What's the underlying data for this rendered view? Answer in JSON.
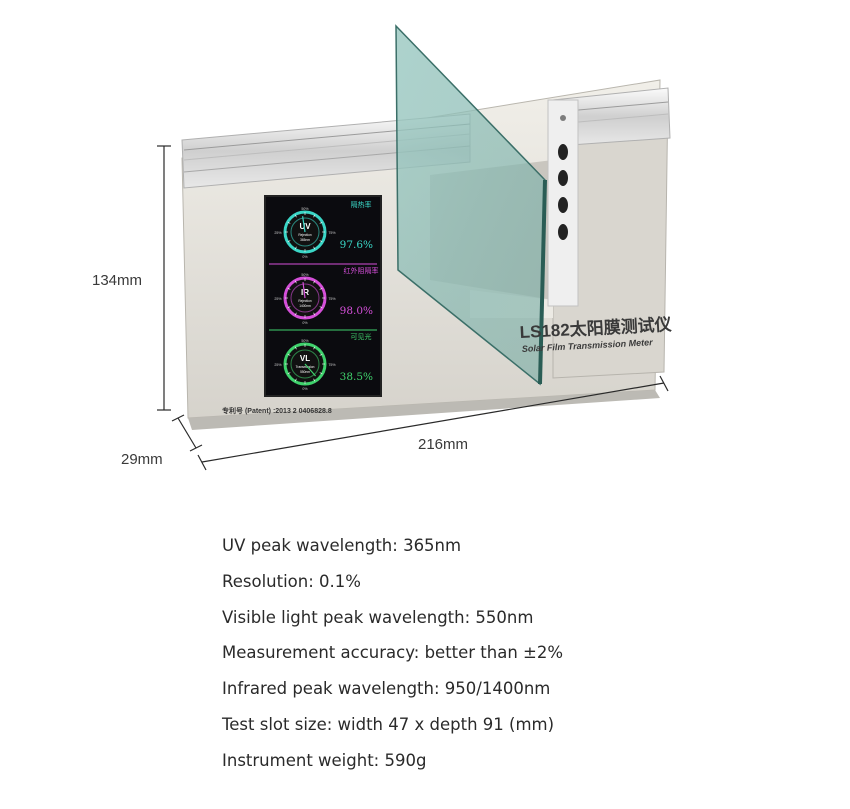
{
  "dimensions": {
    "height": "134mm",
    "depth": "29mm",
    "width": "216mm"
  },
  "device": {
    "model": "LS182太阳膜测试仪",
    "subtitle": "Solar Film Transmission Meter",
    "patent": "专利号 (Patent) :2013 2 0406828.8"
  },
  "screen": {
    "gauges": [
      {
        "id": "uv",
        "symbol": "UV",
        "header": "隔热率",
        "sublabel1": "Rejection",
        "sublabel2": "365nm",
        "reading": "97.6%",
        "value": 97.6,
        "color": "#3ad6c6",
        "scale": [
          "50%",
          "25%",
          "75%",
          "0%"
        ]
      },
      {
        "id": "ir",
        "symbol": "IR",
        "header": "红外阻隔率",
        "sublabel1": "Rejection",
        "sublabel2": "1400nm",
        "reading": "98.0%",
        "value": 98.0,
        "color": "#d44fd8",
        "scale": [
          "50%",
          "25%",
          "75%",
          "0%"
        ]
      },
      {
        "id": "vl",
        "symbol": "VL",
        "header": "可见光",
        "sublabel1": "Transmission",
        "sublabel2": "550nm",
        "reading": "38.5%",
        "value": 38.5,
        "color": "#3fd16c",
        "scale": [
          "50%",
          "25%",
          "75%",
          "0%"
        ]
      }
    ]
  },
  "specs": [
    "UV peak wavelength: 365nm",
    "Resolution: 0.1%",
    "Visible light peak wavelength: 550nm",
    "Measurement accuracy: better than ±2%",
    "Infrared peak wavelength: 950/1400nm",
    "Test slot size: width 47 x depth 91 (mm)",
    "Instrument weight: 590g"
  ]
}
